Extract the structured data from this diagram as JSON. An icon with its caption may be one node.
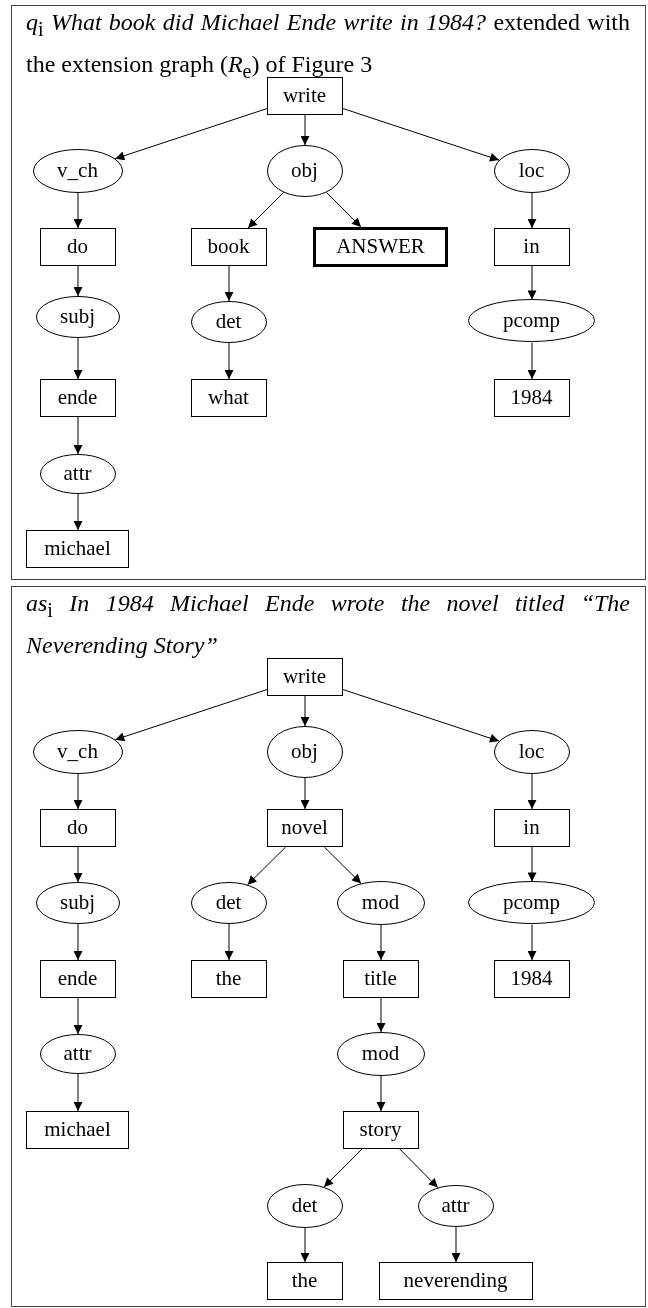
{
  "diagram": {
    "nodes": [
      {
        "text": [
          "*q*$_{i}$ *What book did Michael Ende write in 1984?* extended with the extension graph (*R*$_{e}$) of Figure 3"
        ]
      },
      {
        "text": [
          "write"
        ],
        "in": 0
      },
      {
        "text": [
          "v_ch"
        ],
        "in": 0
      },
      {
        "text": [
          "obj"
        ],
        "in": 0
      },
      {
        "text": [
          "loc"
        ],
        "in": 0
      },
      {
        "text": [
          "do"
        ],
        "in": 0
      },
      {
        "text": [
          "book"
        ],
        "in": 0
      },
      {
        "text": [
          "ANSWER"
        ],
        "in": 0
      },
      {
        "text": [
          "in"
        ],
        "in": 0
      },
      {
        "text": [
          "subj"
        ],
        "in": 0
      },
      {
        "text": [
          "det"
        ],
        "in": 0
      },
      {
        "text": [
          "pcomp"
        ],
        "in": 0
      },
      {
        "text": [
          "ende"
        ],
        "in": 0
      },
      {
        "text": [
          "what"
        ],
        "in": 0
      },
      {
        "text": [
          "1984"
        ],
        "in": 0
      },
      {
        "text": [
          "attr"
        ],
        "in": 0
      },
      {
        "text": [
          "michael"
        ],
        "in": 0
      },
      {
        "text": [
          "*as*$_{i}$ *In 1984 Michael Ende wrote the novel titled “The Neverending Story”*"
        ]
      },
      {
        "text": [
          "write"
        ],
        "in": 17
      },
      {
        "text": [
          "v_ch"
        ],
        "in": 17
      },
      {
        "text": [
          "obj"
        ],
        "in": 17
      },
      {
        "text": [
          "loc"
        ],
        "in": 17
      },
      {
        "text": [
          "do"
        ],
        "in": 17
      },
      {
        "text": [
          "novel"
        ],
        "in": 17
      },
      {
        "text": [
          "in"
        ],
        "in": 17
      },
      {
        "text": [
          "subj"
        ],
        "in": 17
      },
      {
        "text": [
          "det"
        ],
        "in": 17
      },
      {
        "text": [
          "mod"
        ],
        "in": 17
      },
      {
        "text": [
          "pcomp"
        ],
        "in": 17
      },
      {
        "text": [
          "ende"
        ],
        "in": 17
      },
      {
        "text": [
          "the"
        ],
        "in": 17
      },
      {
        "text": [
          "title"
        ],
        "in": 17
      },
      {
        "text": [
          "1984"
        ],
        "in": 17
      },
      {
        "text": [
          "attr"
        ],
        "in": 17
      },
      {
        "text": [
          "mod"
        ],
        "in": 17
      },
      {
        "text": [
          "michael"
        ],
        "in": 17
      },
      {
        "text": [
          "story"
        ],
        "in": 17
      },
      {
        "text": [
          "det"
        ],
        "in": 17
      },
      {
        "text": [
          "attr"
        ],
        "in": 17
      },
      {
        "text": [
          "the"
        ],
        "in": 17
      },
      {
        "text": [
          "neverending"
        ],
        "in": 17
      }
    ],
    "edges": [
      {
        "from": 1,
        "to": 2,
        "arrow": "to"
      },
      {
        "from": 1,
        "to": 3,
        "arrow": "to"
      },
      {
        "from": 1,
        "to": 4,
        "arrow": "to"
      },
      {
        "from": 2,
        "to": 5,
        "arrow": "to"
      },
      {
        "from": 3,
        "to": 6,
        "arrow": "to"
      },
      {
        "from": 3,
        "to": 7,
        "arrow": "to"
      },
      {
        "from": 4,
        "to": 8,
        "arrow": "to"
      },
      {
        "from": 5,
        "to": 9,
        "arrow": "to"
      },
      {
        "from": 6,
        "to": 10,
        "arrow": "to"
      },
      {
        "from": 8,
        "to": 11,
        "arrow": "to"
      },
      {
        "from": 9,
        "to": 12,
        "arrow": "to"
      },
      {
        "from": 10,
        "to": 13,
        "arrow": "to"
      },
      {
        "from": 11,
        "to": 14,
        "arrow": "to"
      },
      {
        "from": 12,
        "to": 15,
        "arrow": "to"
      },
      {
        "from": 15,
        "to": 16,
        "arrow": "to"
      },
      {
        "from": 18,
        "to": 19,
        "arrow": "to"
      },
      {
        "from": 18,
        "to": 20,
        "arrow": "to"
      },
      {
        "from": 18,
        "to": 21,
        "arrow": "to"
      },
      {
        "from": 19,
        "to": 22,
        "arrow": "to"
      },
      {
        "from": 20,
        "to": 23,
        "arrow": "to"
      },
      {
        "from": 21,
        "to": 24,
        "arrow": "to"
      },
      {
        "from": 22,
        "to": 25,
        "arrow": "to"
      },
      {
        "from": 23,
        "to": 26,
        "arrow": "to"
      },
      {
        "from": 23,
        "to": 27,
        "arrow": "to"
      },
      {
        "from": 24,
        "to": 28,
        "arrow": "to"
      },
      {
        "from": 25,
        "to": 29,
        "arrow": "to"
      },
      {
        "from": 26,
        "to": 30,
        "arrow": "to"
      },
      {
        "from": 27,
        "to": 31,
        "arrow": "to"
      },
      {
        "from": 28,
        "to": 32,
        "arrow": "to"
      },
      {
        "from": 29,
        "to": 33,
        "arrow": "to"
      },
      {
        "from": 31,
        "to": 34,
        "arrow": "to"
      },
      {
        "from": 33,
        "to": 35,
        "arrow": "to"
      },
      {
        "from": 34,
        "to": 36,
        "arrow": "to"
      },
      {
        "from": 36,
        "to": 37,
        "arrow": "to"
      },
      {
        "from": 36,
        "to": 38,
        "arrow": "to"
      },
      {
        "from": 37,
        "to": 39,
        "arrow": "to"
      },
      {
        "from": 38,
        "to": 40,
        "arrow": "to"
      }
    ]
  }
}
